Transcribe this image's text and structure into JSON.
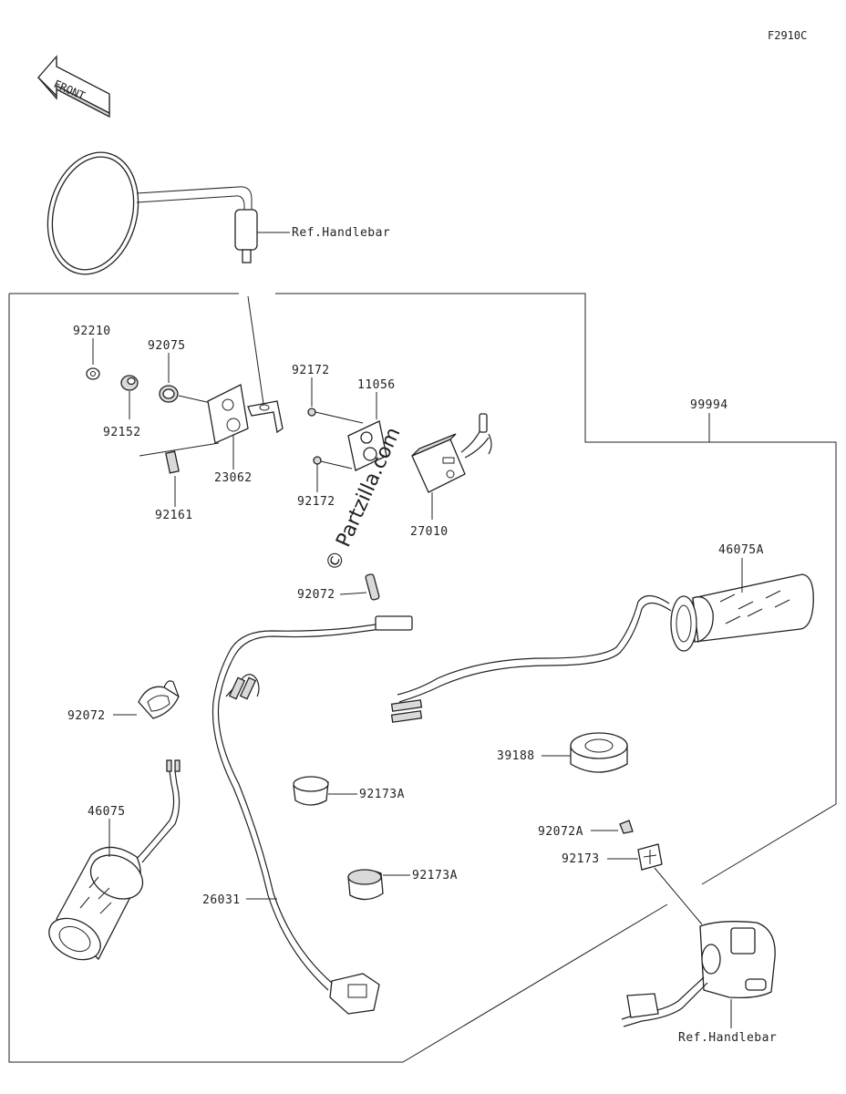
{
  "figure_code": "F2910C",
  "front_label": "FRONT",
  "watermark": "© Partzilla.com",
  "labels": {
    "ref_handlebar_top": "Ref.Handlebar",
    "ref_handlebar_bottom": "Ref.Handlebar",
    "p99994": "99994",
    "p92210": "92210",
    "p92075": "92075",
    "p92152": "92152",
    "p23062": "23062",
    "p92161": "92161",
    "p92172_top": "92172",
    "p92172_bottom": "92172",
    "p11056": "11056",
    "p27010": "27010",
    "p92072_top": "92072",
    "p92072_left": "92072",
    "p46075A": "46075A",
    "p46075": "46075",
    "p39188": "39188",
    "p92173A_upper": "92173A",
    "p92173A_lower": "92173A",
    "p92072A": "92072A",
    "p92173": "92173",
    "p26031": "26031"
  }
}
